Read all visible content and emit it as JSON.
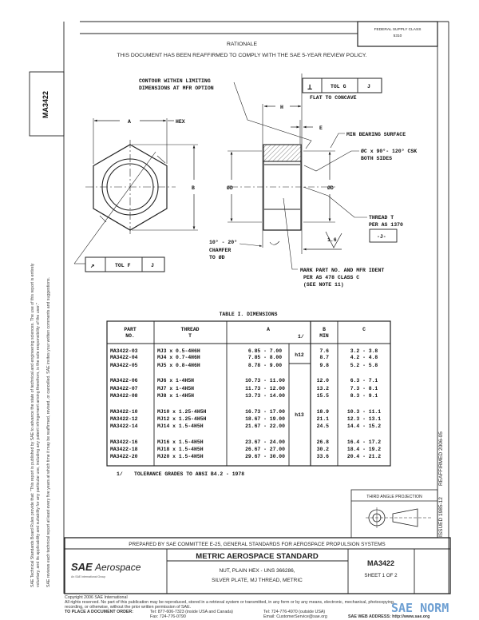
{
  "header": {
    "federal_supply_class_label": "FEDERAL SUPPLY CLASS",
    "federal_supply_class_value": "5310",
    "rationale_title": "RATIONALE",
    "rationale_text": "THIS DOCUMENT HAS BEEN REAFFIRMED TO COMPLY WITH THE SAE 5-YEAR REVIEW POLICY."
  },
  "left_strip": {
    "doc_number": "MA3422",
    "disclaimer_line1": "SAE Technical Standards Board Rules provide that: \"This report is published by SAE to advance the state of technical and engineering sciences. The use of this report is entirely",
    "disclaimer_line2": "voluntary, and its applicability and suitability for any particular use, including any patent infringement arising therefrom, is the sole responsibility of the user.\"",
    "disclaimer_line3": "SAE reviews each technical report at least every five years at which time it may be reaffirmed, revised, or cancelled. SAE invites your written comments and suggestions."
  },
  "right_strip": {
    "reaffirmed": "REAFFIRMED 2006-05",
    "issued": "ISSUED 1985-12"
  },
  "drawing": {
    "contour_line1": "CONTOUR WITHIN LIMITING",
    "contour_line2": "DIMENSIONS AT MFR OPTION",
    "dim_a": "A",
    "hex": "HEX",
    "dim_b": "B",
    "dim_h": "H",
    "dim_e": "E",
    "tol_g": "TOL G",
    "datum_j_top": "J",
    "flat_to_concave": "FLAT TO CONCAVE",
    "perp_symbol": "⊥",
    "min_bearing": "MIN BEARING SURFACE",
    "csk_line1": "ØC x 90°- 120° CSK",
    "csk_line2": "BOTH SIDES",
    "dia_d_left": "ØD",
    "dia_d_right": "ØD",
    "thread_line1": "THREAD T",
    "thread_line2": "PER AS 1370",
    "datum_j_box": "-J-",
    "surface_finish": "1.6",
    "chamfer_line1": "10° - 20°",
    "chamfer_line2": "CHAMFER",
    "chamfer_line3": "TO ØD",
    "mark_line1": "MARK PART NO. AND MFR IDENT",
    "mark_line2": "PER AS 478 CLASS C",
    "mark_line3": "(SEE NOTE 11)",
    "runout_symbol": "↗",
    "tol_f": "TOL F",
    "datum_j_left": "J"
  },
  "table": {
    "title": "TABLE I. DIMENSIONS",
    "headers": {
      "part_1": "PART",
      "part_2": "NO.",
      "thread_1": "THREAD",
      "thread_2": "T",
      "a": "A",
      "a_note": "1/",
      "b_1": "B",
      "b_2": "MIN",
      "c": "C"
    },
    "tolerance_grades": [
      "h12",
      "h13"
    ],
    "rows": [
      {
        "part": "MA3422-03",
        "thread": "MJ3 x 0.5-4H6H",
        "a": "6.85 - 7.00",
        "b": "7.6",
        "c": "3.2 - 3.8"
      },
      {
        "part": "MA3422-04",
        "thread": "MJ4 x 0.7-4H6H",
        "a": "7.85 - 8.00",
        "b": "8.7",
        "c": "4.2 - 4.8"
      },
      {
        "part": "MA3422-05",
        "thread": "MJ5 x 0.8-4H6H",
        "a": "8.78 - 9.00",
        "b": "9.8",
        "c": "5.2 - 5.8"
      },
      {
        "part": "MA3422-06",
        "thread": "MJ6 x 1-4H5H",
        "a": "10.73 - 11.00",
        "b": "12.0",
        "c": "6.3 - 7.1"
      },
      {
        "part": "MA3422-07",
        "thread": "MJ7 x 1-4H5H",
        "a": "11.73 - 12.00",
        "b": "13.2",
        "c": "7.3 - 8.1"
      },
      {
        "part": "MA3422-08",
        "thread": "MJ8 x 1-4H5H",
        "a": "13.73 - 14.00",
        "b": "15.5",
        "c": "8.3 - 9.1"
      },
      {
        "part": "MA3422-10",
        "thread": "MJ10 x 1.25-4H5H",
        "a": "16.73 - 17.00",
        "b": "18.9",
        "c": "10.3 - 11.1"
      },
      {
        "part": "MA3422-12",
        "thread": "MJ12 x 1.25-4H5H",
        "a": "18.67 - 19.00",
        "b": "21.1",
        "c": "12.3 - 13.1"
      },
      {
        "part": "MA3422-14",
        "thread": "MJ14 x 1.5-4H5H",
        "a": "21.67 - 22.00",
        "b": "24.5",
        "c": "14.4 - 15.2"
      },
      {
        "part": "MA3422-16",
        "thread": "MJ16 x 1.5-4H5H",
        "a": "23.67 - 24.00",
        "b": "26.8",
        "c": "16.4 - 17.2"
      },
      {
        "part": "MA3422-18",
        "thread": "MJ18 x 1.5-4H5H",
        "a": "26.67 - 27.00",
        "b": "30.2",
        "c": "18.4 - 19.2"
      },
      {
        "part": "MA3422-20",
        "thread": "MJ20 x 1.5-4H5H",
        "a": "29.67 - 30.00",
        "b": "33.6",
        "c": "20.4 - 21.2"
      }
    ],
    "footnote_mark": "1/",
    "footnote": "TOLERANCE GRADES TO ANSI B4.2 - 1978"
  },
  "projection": {
    "label": "THIRD ANGLE PROJECTION"
  },
  "title_block": {
    "prepared_by": "PREPARED BY SAE COMMITTEE E-25, GENERAL STANDARDS FOR AEROSPACE PROPULSION SYSTEMS",
    "logo_sae": "SAE",
    "logo_aerospace": "Aerospace",
    "logo_tagline": "An SAE International Group",
    "standard_type": "METRIC AEROSPACE STANDARD",
    "title_line1": "NUT, PLAIN HEX - UNS 366286,",
    "title_line2": "SILVER PLATE, MJ THREAD, METRIC",
    "doc_number": "MA3422",
    "sheet": "SHEET 1 OF 2"
  },
  "footer": {
    "copyright": "Copyright 2006 SAE International",
    "rights_line1": "All rights reserved. No part of this publication may be reproduced, stored in a retrieval system or transmitted, in any form or by any means, electronic, mechanical, photocopying,",
    "rights_line2": "recording, or otherwise, without the prior written permission of SAE.",
    "order_label": "TO PLACE A DOCUMENT ORDER:",
    "tel_inside": "Tel: 877-606-7323 (inside USA and Canada)",
    "tel_outside": "Tel: 724-776-4970 (outside USA)",
    "fax": "Fax: 724-776-0790",
    "email": "Email: CustomerService@sae.org",
    "web": "SAE WEB ADDRESS: http://www.sae.org",
    "watermark": "SAE NORM",
    "watermark_color": "#3d7fc4"
  }
}
